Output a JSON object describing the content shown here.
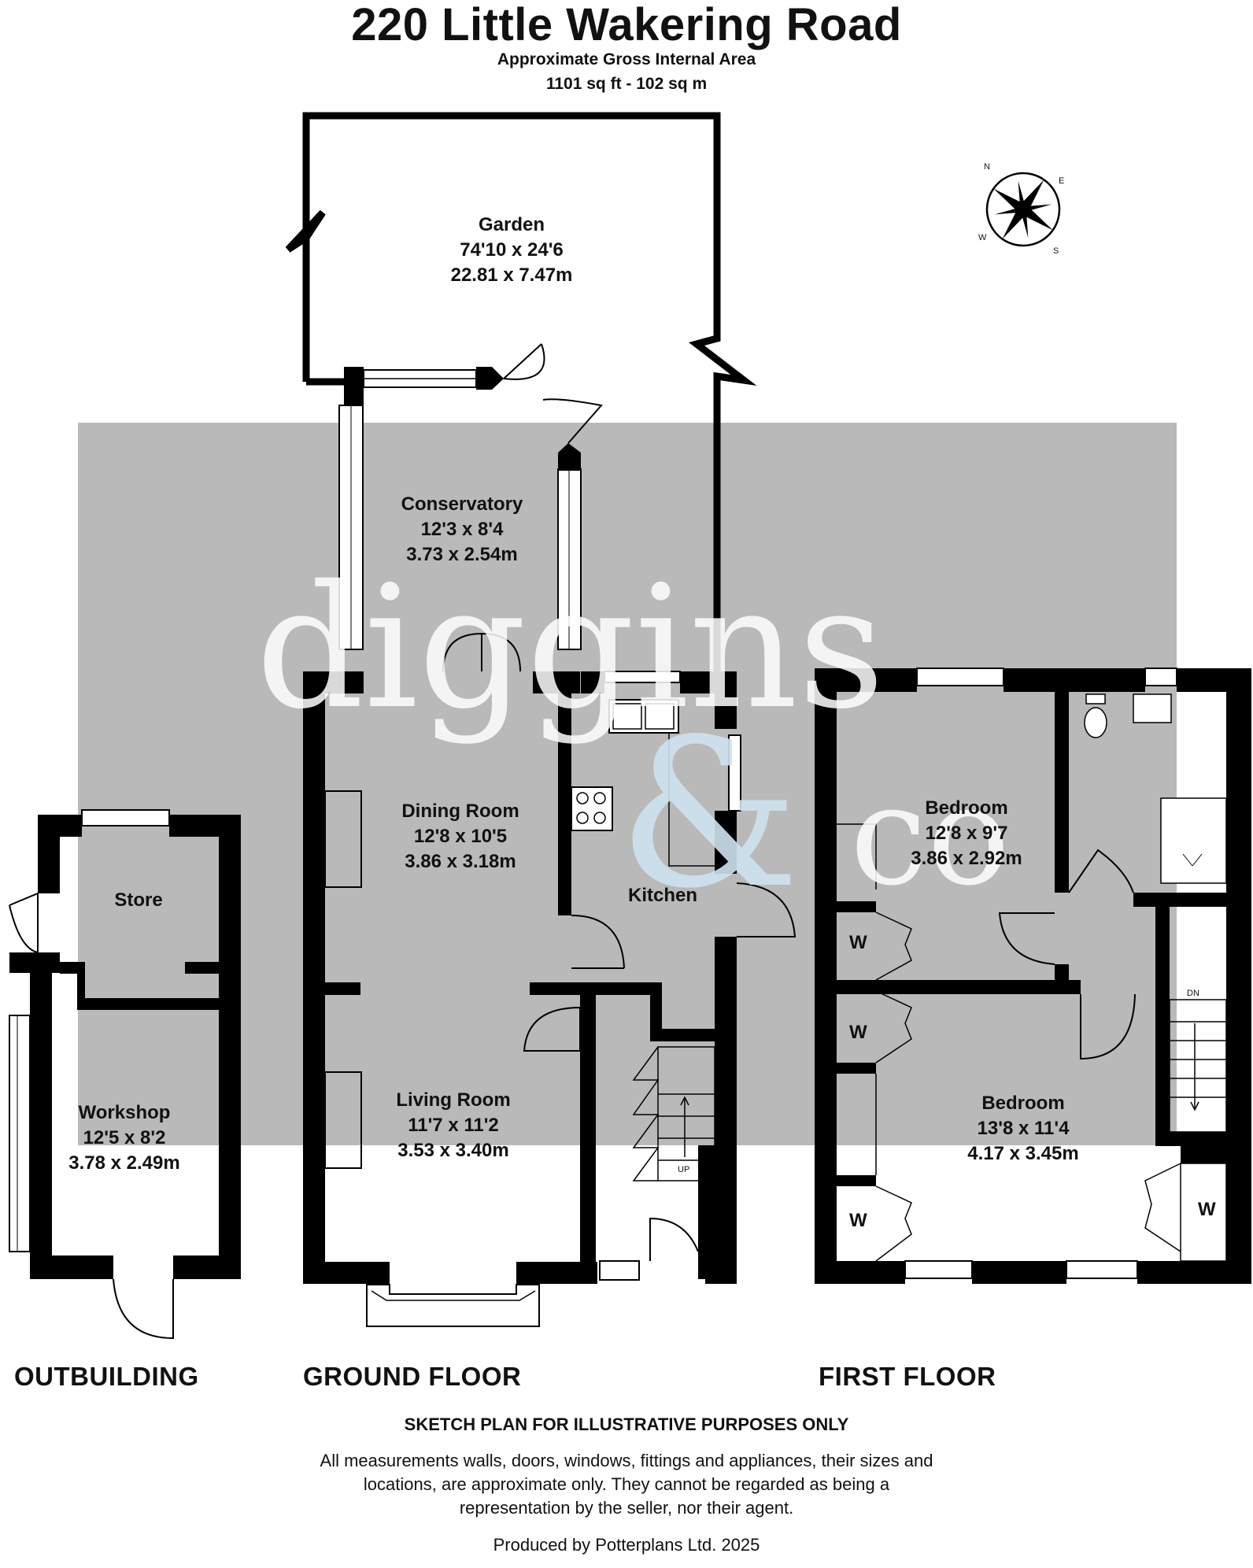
{
  "header": {
    "title": "220 Little Wakering Road",
    "area_label": "Approximate Gross Internal Area",
    "area_value": "1101 sq ft - 102 sq m"
  },
  "watermark": {
    "line1": "diggins",
    "ampersand": "&",
    "suffix": "co"
  },
  "rooms": {
    "garden": {
      "name": "Garden",
      "imperial": "74'10 x 24'6",
      "metric": "22.81 x 7.47m"
    },
    "conservatory": {
      "name": "Conservatory",
      "imperial": "12'3 x 8'4",
      "metric": "3.73 x 2.54m"
    },
    "dining": {
      "name": "Dining Room",
      "imperial": "12'8 x 10'5",
      "metric": "3.86 x 3.18m"
    },
    "kitchen": {
      "name": "Kitchen"
    },
    "living": {
      "name": "Living Room",
      "imperial": "11'7 x 11'2",
      "metric": "3.53 x 3.40m"
    },
    "store": {
      "name": "Store"
    },
    "workshop": {
      "name": "Workshop",
      "imperial": "12'5 x 8'2",
      "metric": "3.78 x 2.49m"
    },
    "bedroom1": {
      "name": "Bedroom",
      "imperial": "12'8 x 9'7",
      "metric": "3.86 x 2.92m"
    },
    "bedroom2": {
      "name": "Bedroom",
      "imperial": "13'8 x 11'4",
      "metric": "4.17 x 3.45m"
    },
    "wardrobe": "W"
  },
  "stairs": {
    "up": "UP",
    "down": "DN"
  },
  "compass": {
    "n": "N",
    "e": "E",
    "s": "S",
    "w": "W"
  },
  "floors": {
    "outbuilding": "OUTBUILDING",
    "ground": "GROUND FLOOR",
    "first": "FIRST FLOOR"
  },
  "footer": {
    "sketch": "SKETCH PLAN FOR ILLUSTRATIVE PURPOSES ONLY",
    "disclaimer": "All measurements walls, doors, windows, fittings and appliances, their sizes and locations, are approximate only. They cannot be regarded as being a representation by the seller, nor their agent.",
    "produced": "Produced by Potterplans Ltd. 2025"
  },
  "colors": {
    "wall": "#000000",
    "watermark_band": "#b9b9b9",
    "watermark_text": "#ffffff",
    "watermark_ampersand": "#cfe3ef"
  }
}
